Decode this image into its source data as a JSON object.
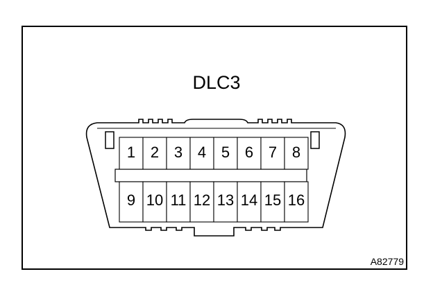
{
  "diagram": {
    "title": "DLC3",
    "reference_code": "A82779",
    "pins_top": [
      "1",
      "2",
      "3",
      "4",
      "5",
      "6",
      "7",
      "8"
    ],
    "pins_bottom": [
      "9",
      "10",
      "11",
      "12",
      "13",
      "14",
      "15",
      "16"
    ]
  }
}
